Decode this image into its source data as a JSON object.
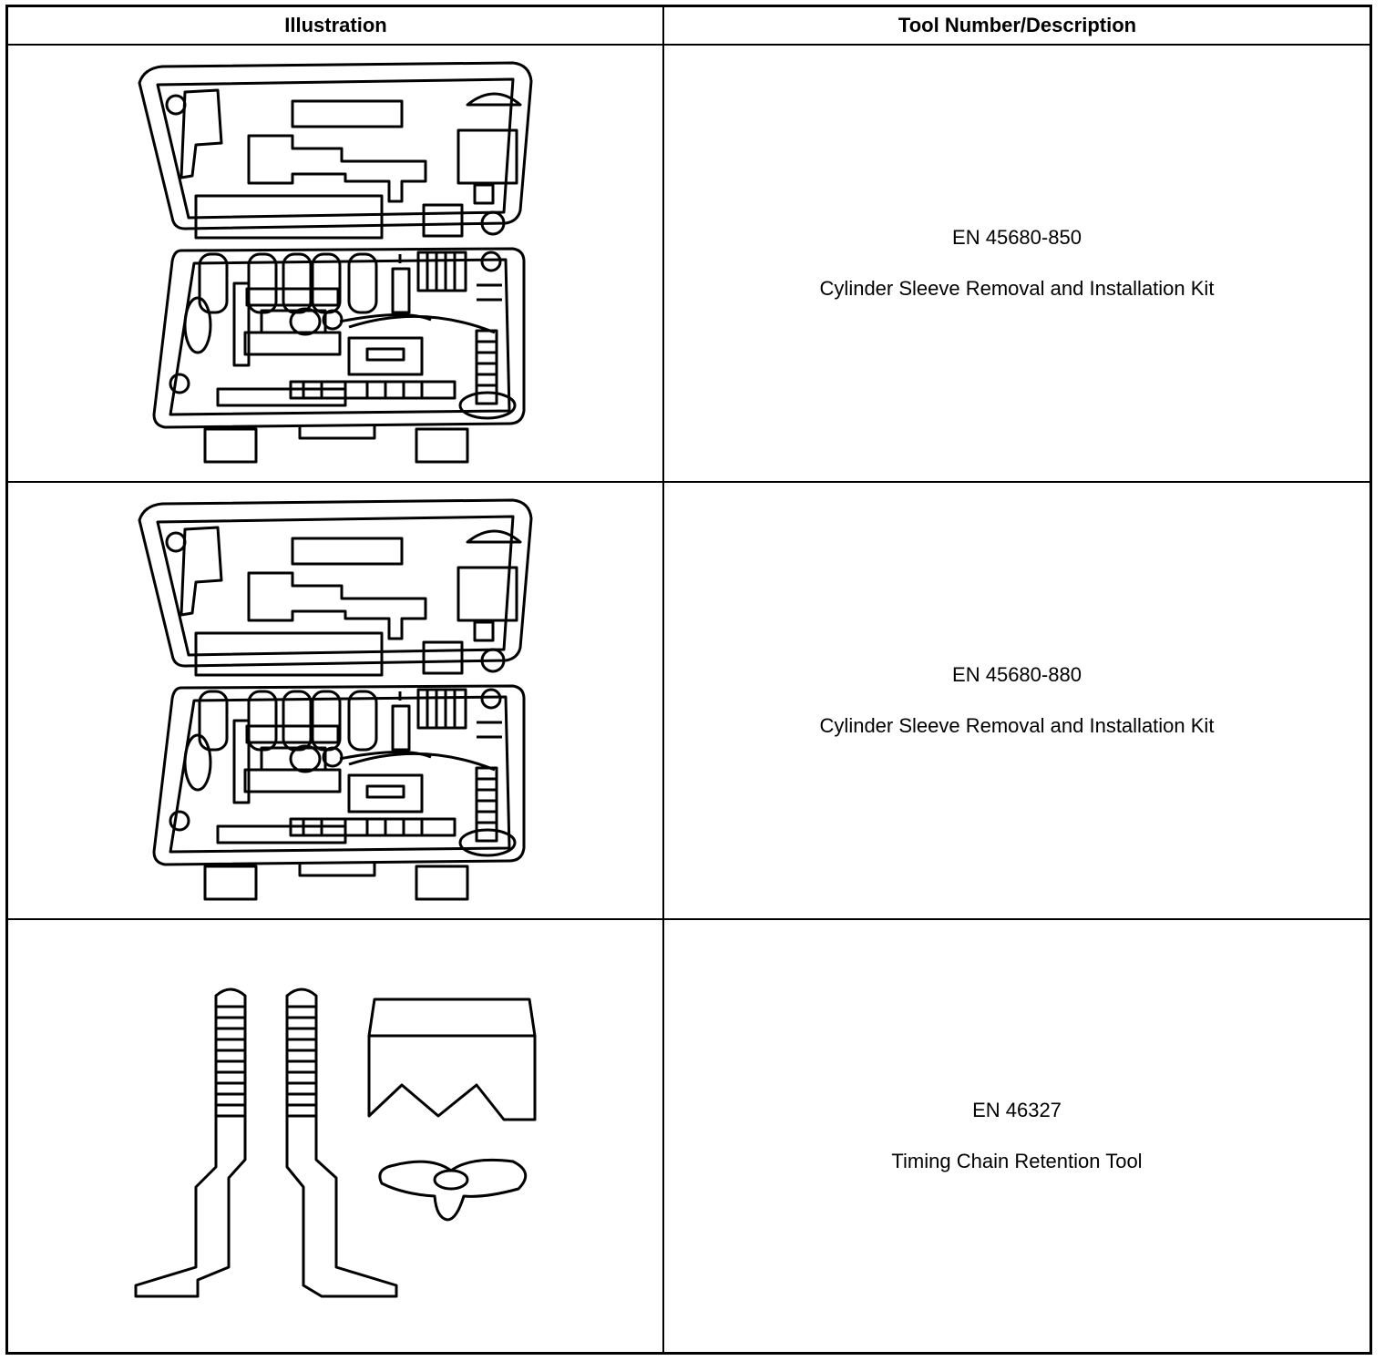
{
  "table": {
    "headers": {
      "illustration": "Illustration",
      "tool": "Tool Number/Description"
    },
    "rows": [
      {
        "number": "EN 45680-850",
        "description": "Cylinder Sleeve Removal and Installation Kit",
        "illustration_icon": "tool-case-icon"
      },
      {
        "number": "EN 45680-880",
        "description": "Cylinder Sleeve Removal and Installation Kit",
        "illustration_icon": "tool-case-icon"
      },
      {
        "number": "EN 46327",
        "description": "Timing Chain Retention Tool",
        "illustration_icon": "timing-chain-retention-tool-icon"
      }
    ]
  }
}
